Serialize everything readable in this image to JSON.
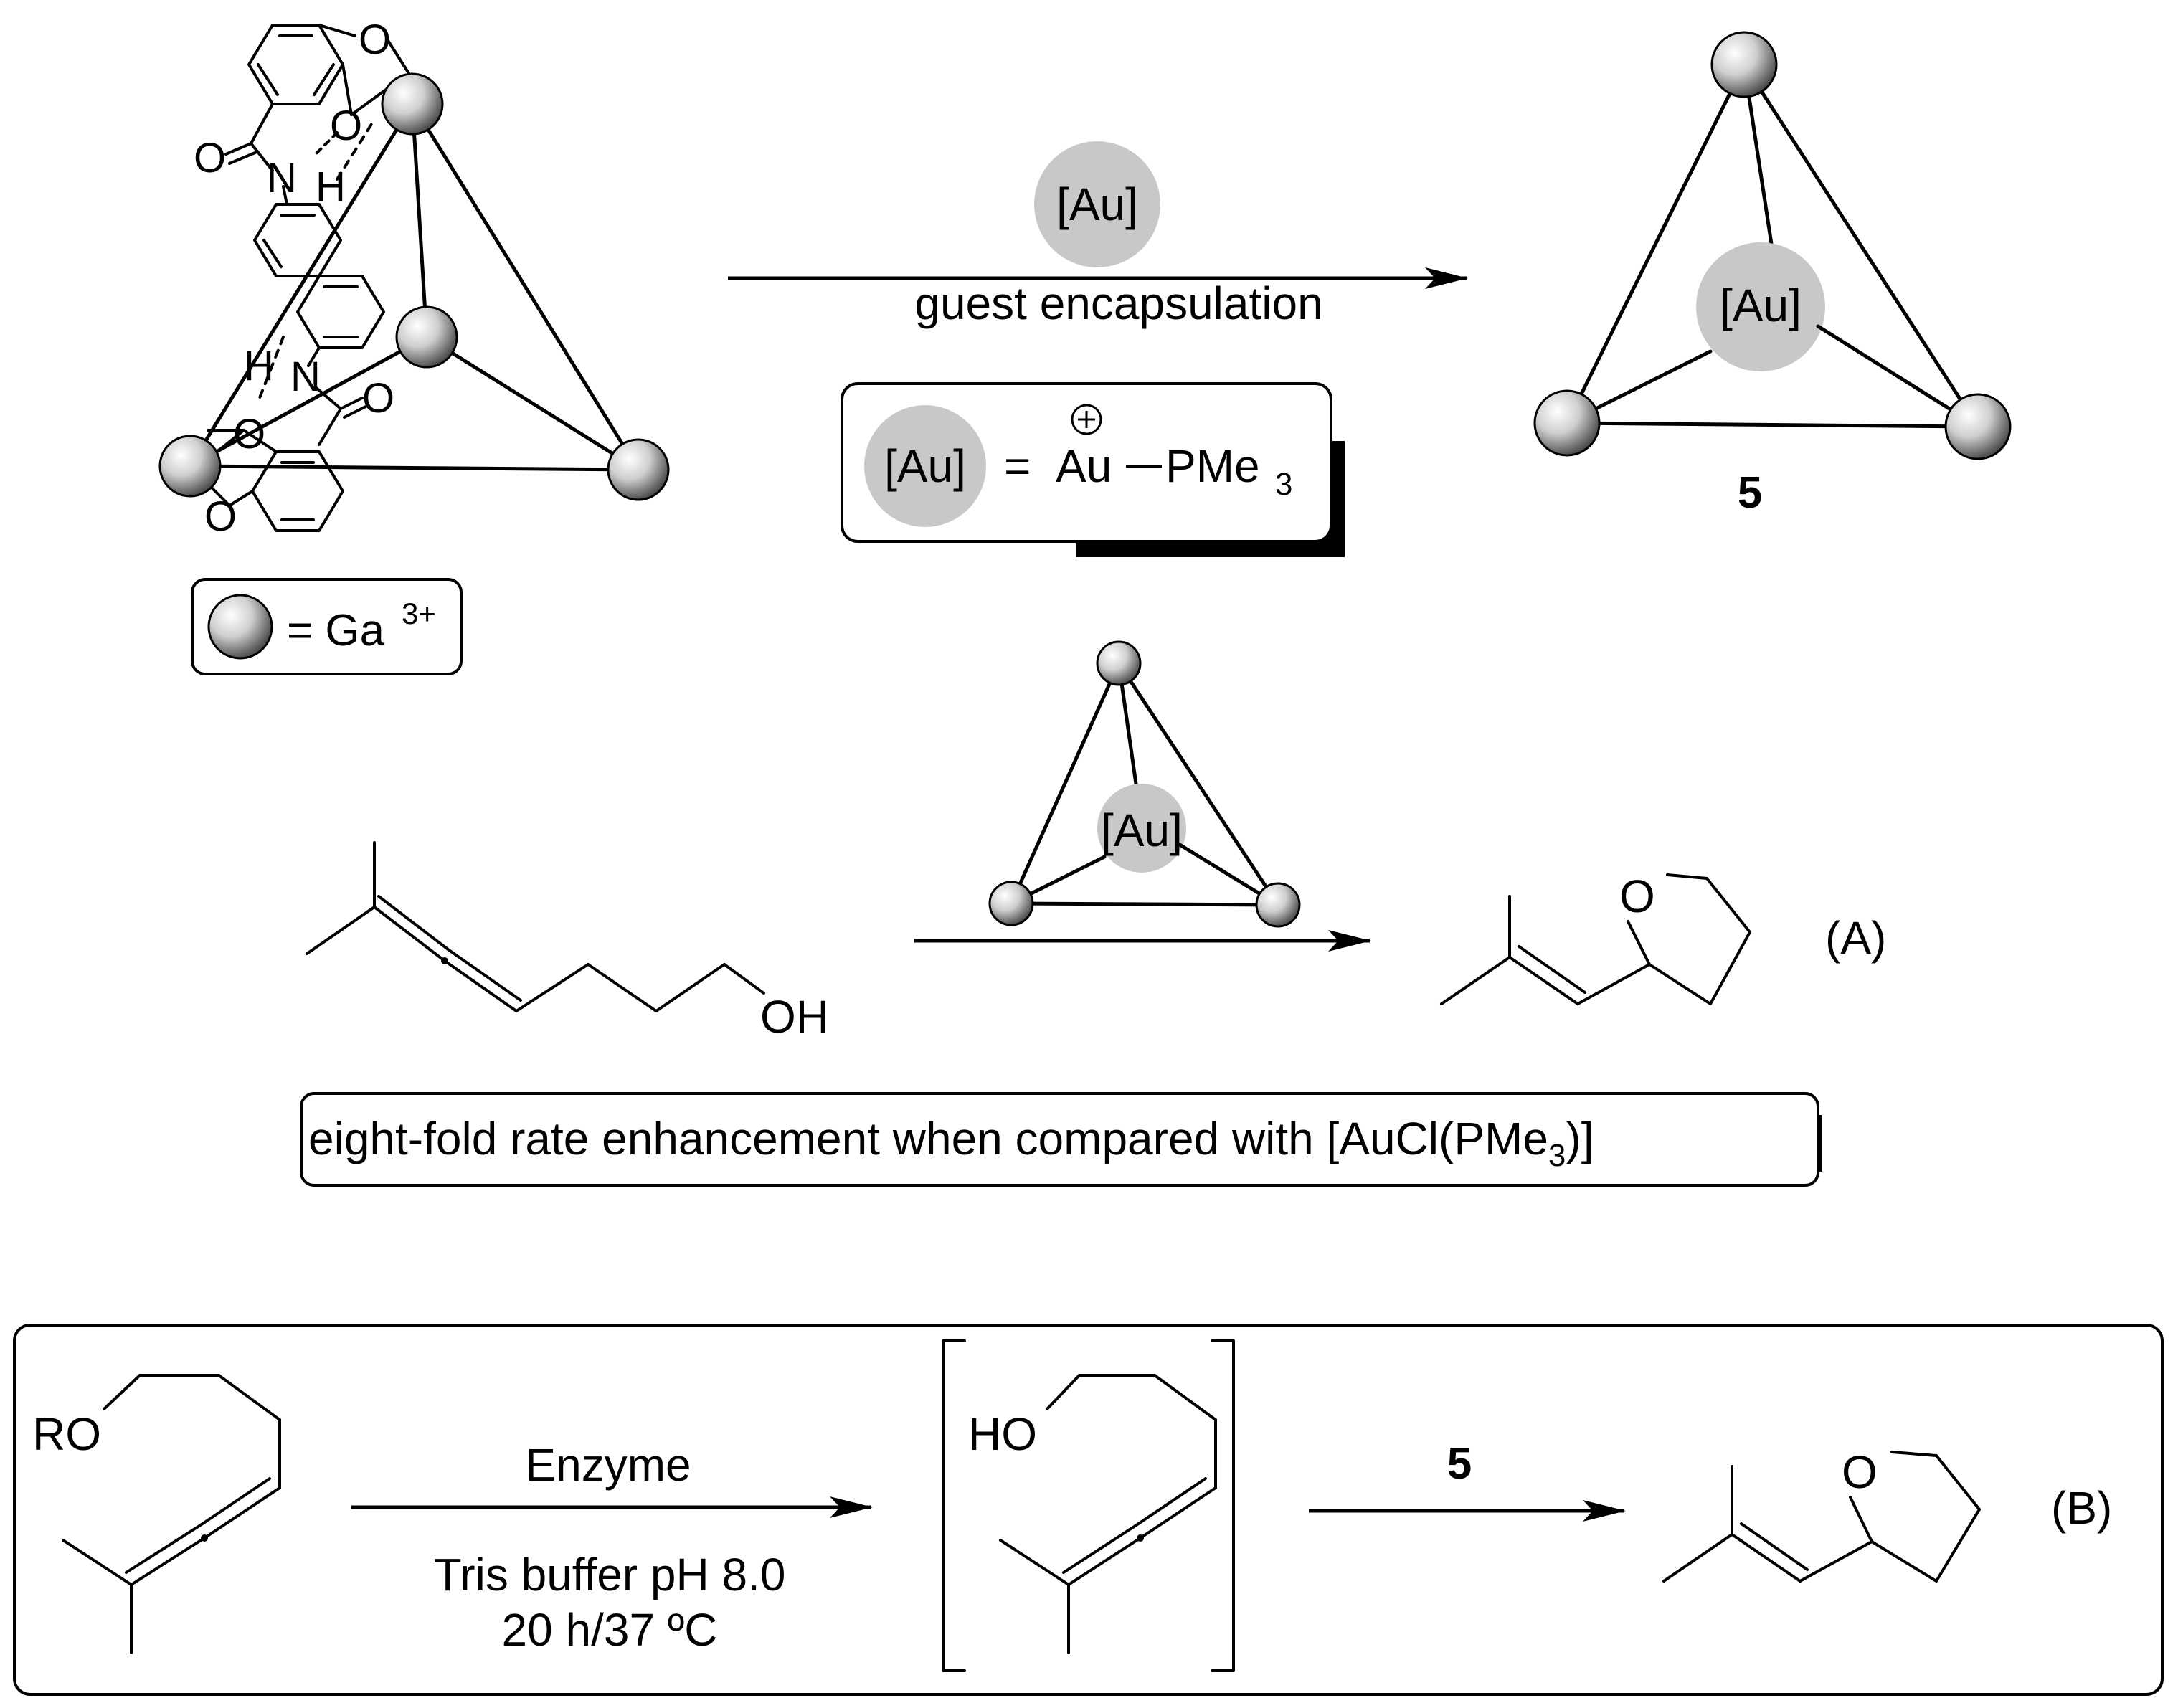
{
  "legend_ga": {
    "label": "= Ga",
    "charge": "3+"
  },
  "ligand_atoms": {
    "o": "O",
    "n": "N",
    "h": "H"
  },
  "step1": {
    "catalyst_label": "[Au]",
    "arrow_label": "guest encapsulation",
    "definition": {
      "lhs": "[Au]",
      "eq": "=",
      "metal": "Au",
      "charge": "+",
      "ligand": "PMe",
      "ligand_sub": "3"
    },
    "product_label": "[Au]",
    "compound_number": "5"
  },
  "reaction_A": {
    "catalyst_label": "[Au]",
    "reactant_oh": "OH",
    "product_o": "O",
    "tag": "(A)",
    "note": {
      "text": "eight-fold rate enhancement when compared with [AuCl(PMe",
      "sub": "3",
      "tail": ")]"
    }
  },
  "reaction_B": {
    "reactant_ro": "RO",
    "step1_reagent": "Enzyme",
    "step1_cond1": "Tris buffer pH 8.0",
    "step1_cond2": "20 h/37 ºC",
    "intermediate_ho": "HO",
    "step2_reagent": "5",
    "product_o": "O",
    "tag": "(B)"
  },
  "colors": {
    "guest_circle": "#c8c8c8",
    "ink": "#000000",
    "sphere_light": "#ffffff",
    "sphere_dark": "#444444"
  }
}
